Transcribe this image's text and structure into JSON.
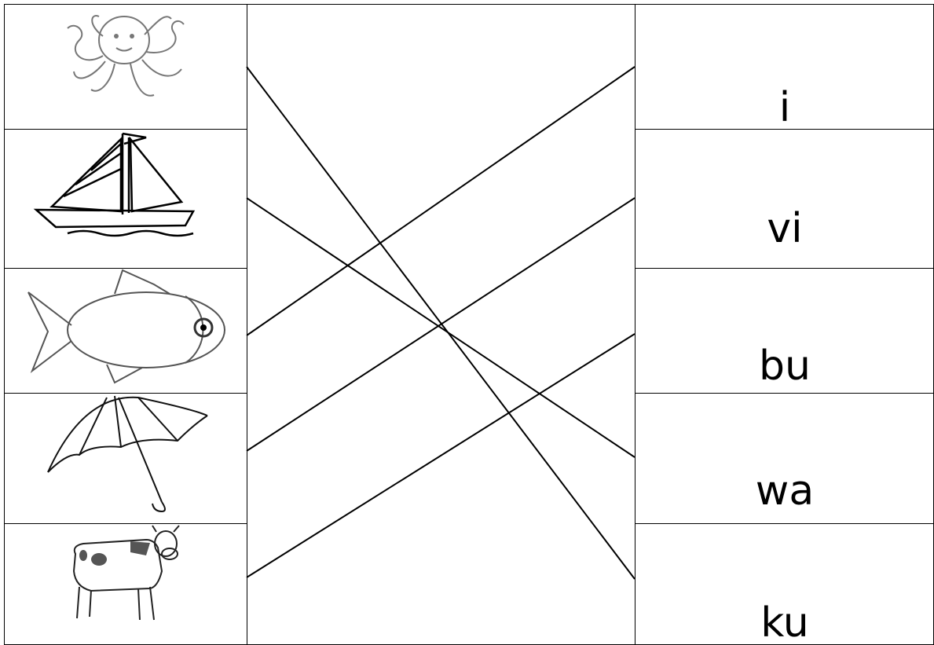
{
  "worksheet": {
    "pictures": [
      {
        "id": "octopus",
        "icon": "octopus-picture"
      },
      {
        "id": "sailboat",
        "icon": "sailboat-picture"
      },
      {
        "id": "fish",
        "icon": "fish-picture"
      },
      {
        "id": "umbrella",
        "icon": "umbrella-picture"
      },
      {
        "id": "cow",
        "icon": "cow-picture"
      }
    ],
    "syllables": [
      "i",
      "vi",
      "bu",
      "wa",
      "ku"
    ],
    "connections": [
      {
        "from_picture": 1,
        "to_syllable": 5
      },
      {
        "from_picture": 2,
        "to_syllable": 4
      },
      {
        "from_picture": 3,
        "to_syllable": 1
      },
      {
        "from_picture": 4,
        "to_syllable": 2
      },
      {
        "from_picture": 5,
        "to_syllable": 3
      }
    ]
  }
}
